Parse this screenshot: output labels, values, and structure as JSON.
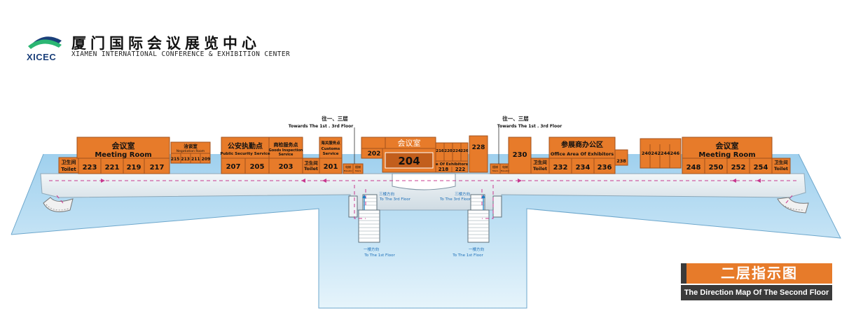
{
  "header": {
    "logo_abbr": "XICEC",
    "name_cn": "厦门国际会议展览中心",
    "name_en": "XIAMEN INTERNATIONAL CONFERENCE & EXHIBITION CENTER"
  },
  "title": {
    "cn": "二层指示图",
    "en": "The Direction Map Of The Second Floor"
  },
  "colors": {
    "room": "#e77b2a",
    "room_dark": "#c25e1c",
    "room_top": "#f0a25e",
    "floor": "#dfe8ee",
    "water": "#bfdff2",
    "path": "#c8388f",
    "logo_blue": "#1a3f7a",
    "logo_green": "#2bb673"
  },
  "rooms": {
    "meeting_cn": "会议室",
    "meeting_en": "Meeting Room",
    "r223": "223",
    "r221": "221",
    "r219": "219",
    "r217": "217",
    "toilet_cn": "卫生间",
    "toilet_en": "Toilet",
    "negotiation_cn": "洽谈室",
    "negotiation_en": "Negotiation Room",
    "neg_nums": "215 213 211 209",
    "security_cn": "公安执勤点",
    "security_en": "Public Security Service",
    "r207": "207",
    "r205": "205",
    "goods_cn": "商检服务点",
    "goods_en1": "Goods Inspection",
    "goods_en2": "Service",
    "r203": "203",
    "customs_cn": "海关服务点",
    "customs_en1": "Customs",
    "customs_en2": "Service",
    "r201": "201",
    "elevator_cn": "电梯",
    "elevator_en": "Elevator",
    "stairs_cn": "楼梯",
    "stairs_en": "Stairs",
    "r202": "202",
    "r204": "204",
    "office_partial": "e Of Exhibitors",
    "r216": "216",
    "r220": "220",
    "r224": "224",
    "r226": "226",
    "r218": "218",
    "r222": "222",
    "r228": "228",
    "r230": "230",
    "office_cn": "参展商办公区",
    "office_en": "Office Area Of Exhibitors",
    "r232": "232",
    "r234": "234",
    "r236": "236",
    "r238": "238",
    "nums_240_246": "240242244246",
    "r248": "248",
    "r250": "250",
    "r252": "252",
    "r254": "254"
  },
  "labels": {
    "to_13_cn": "往一、三层",
    "to_13_en": "Towards The 1st . 3rd Floor",
    "to_3rd_cn": "三楼方向",
    "to_3rd_en": "To The 3rd Floor",
    "to_1st_cn": "一楼方向",
    "to_1st_en": "To The 1st Floor"
  }
}
